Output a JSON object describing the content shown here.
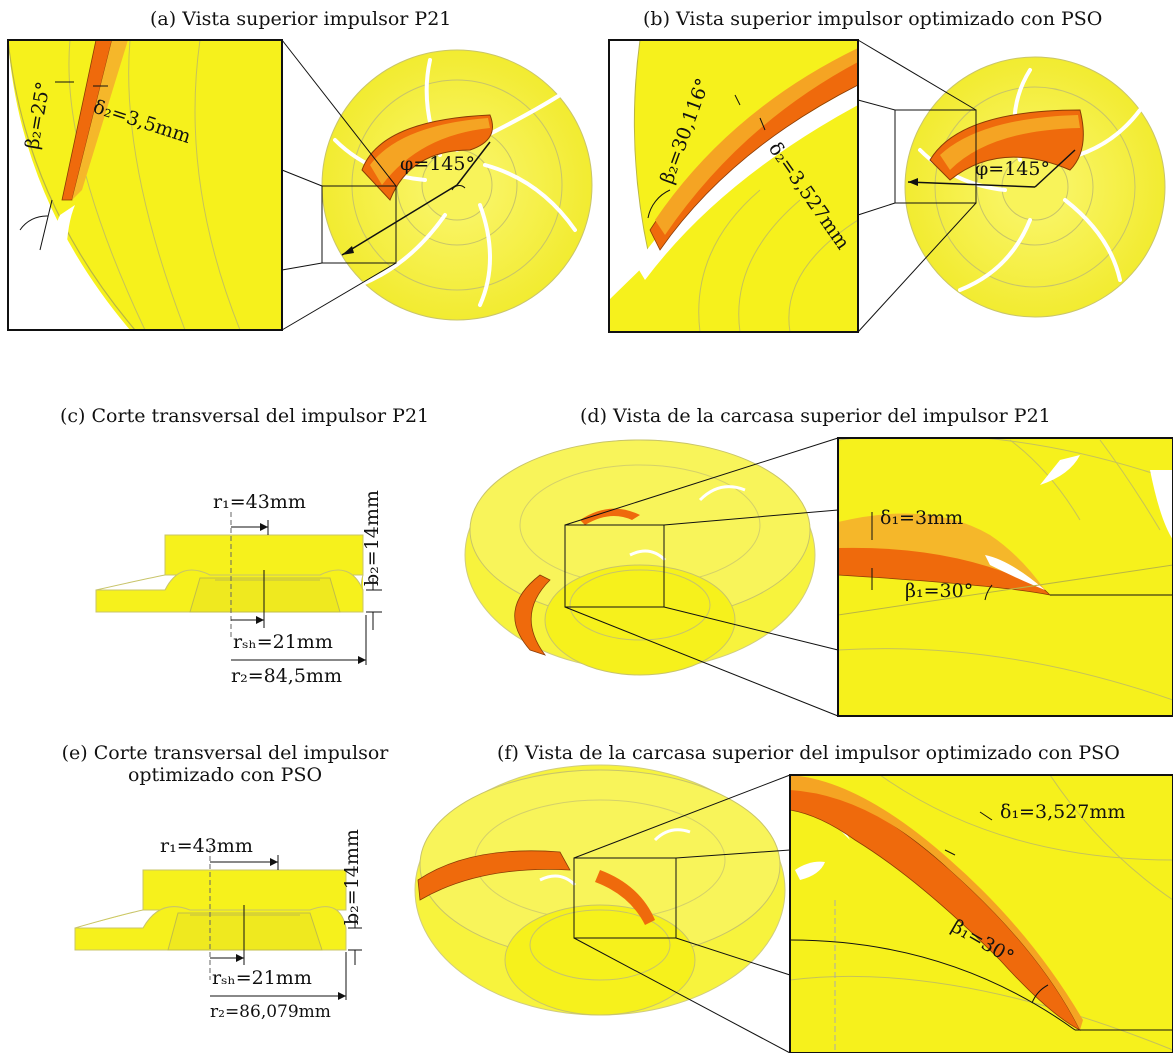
{
  "captions": {
    "a": "(a) Vista superior impulsor P21",
    "b": "(b) Vista superior impulsor optimizado con PSO",
    "c": "(c) Corte transversal del impulsor P21",
    "d": "(d) Vista de la carcasa superior del impulsor P21",
    "e_line1": "(e) Corte transversal del impulsor",
    "e_line2": "optimizado con PSO",
    "f": "(f) Vista de la carcasa superior del impulsor optimizado con PSO"
  },
  "panel_a": {
    "beta2": "β₂=25°",
    "delta2": "δ₂=3,5mm",
    "phi": "φ=145°"
  },
  "panel_b": {
    "beta2": "β₂=30,116°",
    "delta2": "δ₂=3,527mm",
    "phi": "φ=145°"
  },
  "panel_c": {
    "r1": "r₁=43mm",
    "b2": "b₂=14mm",
    "rsh": "rₛₕ=21mm",
    "r2": "r₂=84,5mm"
  },
  "panel_d": {
    "delta1": "δ₁=3mm",
    "beta1": "β₁=30°"
  },
  "panel_e": {
    "r1": "r₁=43mm",
    "b2": "b₂=14mm",
    "rsh": "rₛₕ=21mm",
    "r2": "r₂=86,079mm"
  },
  "panel_f": {
    "delta1": "δ₁=3,527mm",
    "beta1": "β₁=30°"
  },
  "colors": {
    "impeller_yellow": "#f7f21e",
    "blade_orange": "#ef6a0c",
    "blade_light": "#f5a423",
    "outline": "#111111"
  }
}
